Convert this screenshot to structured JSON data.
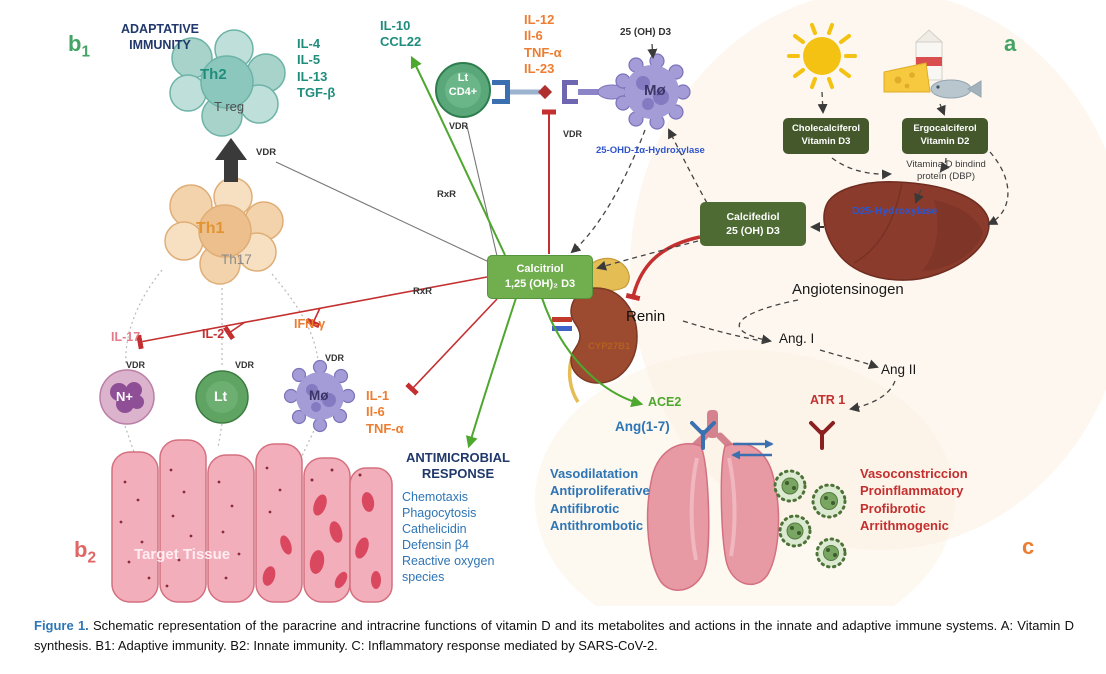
{
  "section_labels": {
    "b1_main": "b",
    "b1_sub": "1",
    "b2_main": "b",
    "b2_sub": "2",
    "a": "a",
    "c": "c"
  },
  "adaptive": {
    "title": "ADAPTATIVE\nIMMUNITY",
    "th2": "Th2",
    "treg": "T reg",
    "th2_cytokines": "IL-4\nIL-5\nIL-13\nTGF-β",
    "vdr_mid": "VDR",
    "th1": "Th1",
    "th17": "Th17",
    "il17": "IL-17",
    "il2": "IL-2",
    "ifn_gamma": "IFN-γ"
  },
  "paracrine_top": {
    "il10_ccl22": "IL-10\nCCL22",
    "lt_cd4": "Lt\nCD4+",
    "lt_cd4_vdr": "VDR",
    "rxr_upper": "RxR",
    "rxr_lower": "RxR",
    "macrophage": "Mø",
    "macrophage_vdr": "VDR",
    "macrophage_cytokines": "IL-12\nIl-6\nTNF-α\nIL-23",
    "oh_d3": "25 (OH) D3",
    "hydroxylase": "25-OHD-1α-Hydroxylase"
  },
  "synthesis": {
    "cholecalciferol": "Cholecalciferol\nVitamin D3",
    "ergocalciferol": "Ergocalciferol\nVitamin D2",
    "dbp": "Vitamina D bindind\nproteïn (DBP)",
    "liver_enzyme": "D25-Hydroxylase",
    "calcifediol": "Calcifediol\n25 (OH) D3"
  },
  "calcitriol": "Calcitriol\n1,25 (OH)₂ D3",
  "kidney": {
    "enzyme": "CYP27B1",
    "renin": "Renin"
  },
  "ras": {
    "angiotensinogen": "Angiotensinogen",
    "ang_i": "Ang. I",
    "ang_ii": "Ang II",
    "ace2": "ACE2",
    "ang_1_7": "Ang(1-7)",
    "atr1": "ATR 1",
    "protective": "Vasodilatation\nAntiproliferative\nAntifibrotic\nAntithrombotic",
    "harmful": "Vasoconstriccion\nProinflammatory\nProfibrotic\nArrithmogenic"
  },
  "innate": {
    "neutrophil": "N+",
    "lymphocyte": "Lt",
    "macrophage": "Mø",
    "vdr_neutrophil": "VDR",
    "vdr_lymphocyte": "VDR",
    "vdr_macrophage": "VDR",
    "cytokines": "IL-1\nIl-6\nTNF-α",
    "target_tissue": "Target Tissue"
  },
  "antimicrobial": {
    "title": "ANTIMICROBIAL\nRESPONSE",
    "items": "Chemotaxis\nPhagocytosis\nCathelicidin\nDefensin β4\nReactive oxygen\nspecies"
  },
  "caption": {
    "label": "Figure 1.",
    "text": " Schematic representation of the paracrine and intracrine functions of vitamin D and its metabolites and actions in the innate and adaptive immune systems. A: Vitamin D synthesis. B1: Adaptive immunity. B2: Innate immunity. C: Inflammatory response mediated by SARS-CoV-2."
  },
  "colors": {
    "teal": "#1f8d7c",
    "orange": "#ed7d31",
    "red": "#c42f2f",
    "pink_red": "#e4798a",
    "green_arrow": "#4ea72e",
    "blue": "#2e75b6",
    "navy": "#20386b",
    "dark_green_box": "#44582c",
    "mid_green_box": "#71ae4e"
  }
}
